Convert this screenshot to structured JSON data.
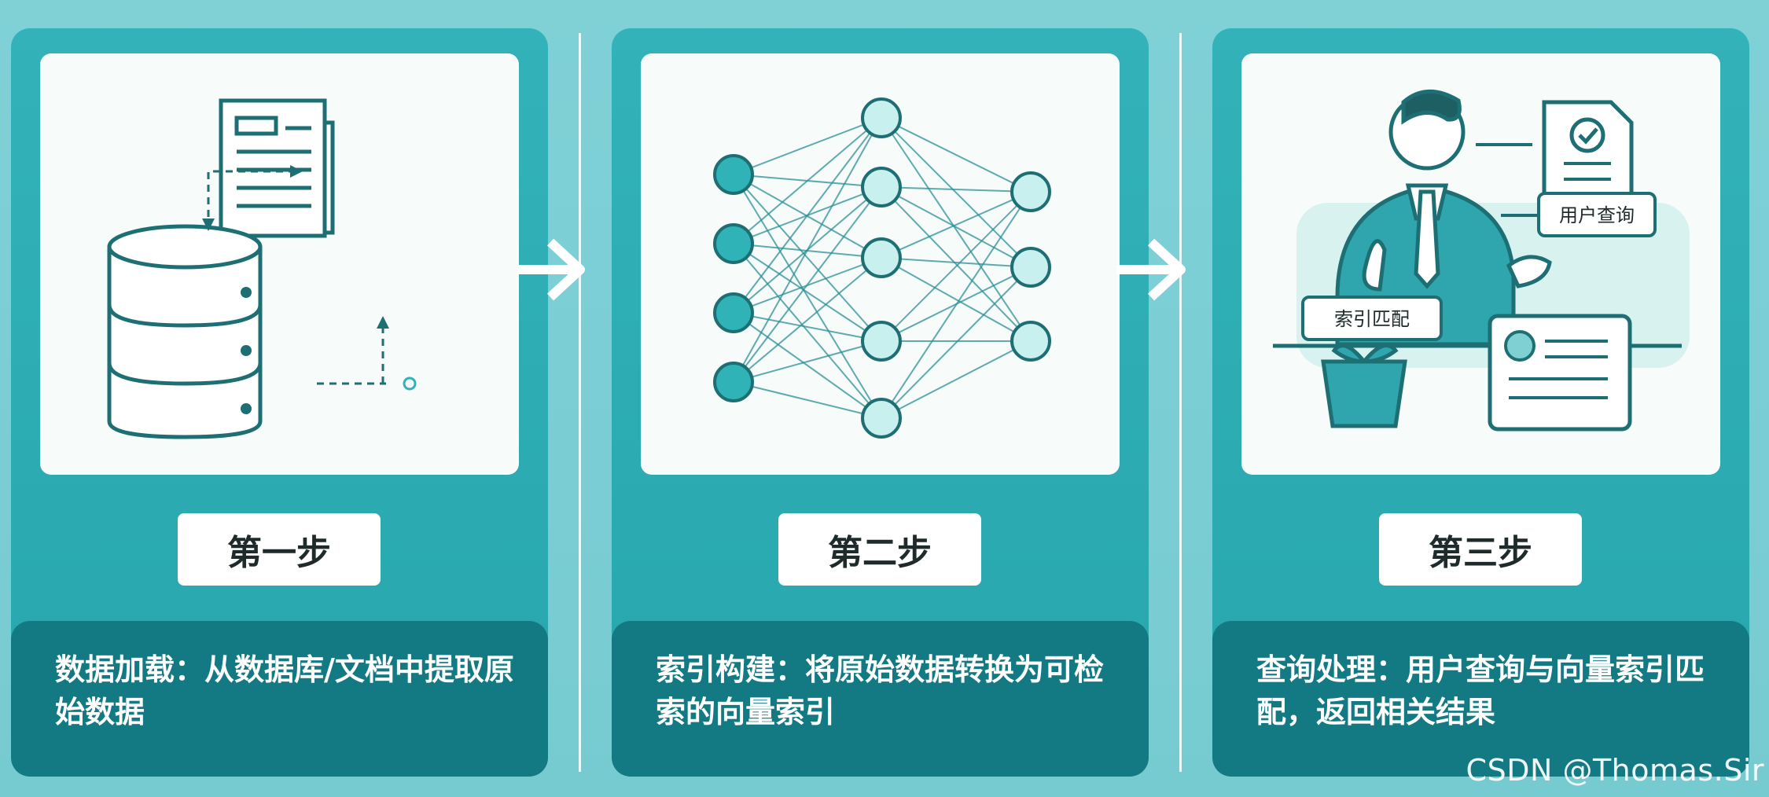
{
  "steps": [
    {
      "label": "第一步",
      "description": "数据加载：从数据库/文档中提取原始数据"
    },
    {
      "label": "第二步",
      "description": "索引构建：将原始数据转换为可检索的向量索引"
    },
    {
      "label": "第三步",
      "description": "查询处理：用户查询与向量索引匹配，返回相关结果"
    }
  ],
  "illustration_tags": {
    "user_query": "用户查询",
    "index_match": "索引匹配"
  },
  "watermark": "CSDN @Thomas.Sir",
  "colors": {
    "panel": "#2aa9b1",
    "desc_box": "#137a84",
    "stroke": "#1e6f74",
    "node_fill": "#2fb3b6",
    "node_light": "#c8f0ee"
  }
}
